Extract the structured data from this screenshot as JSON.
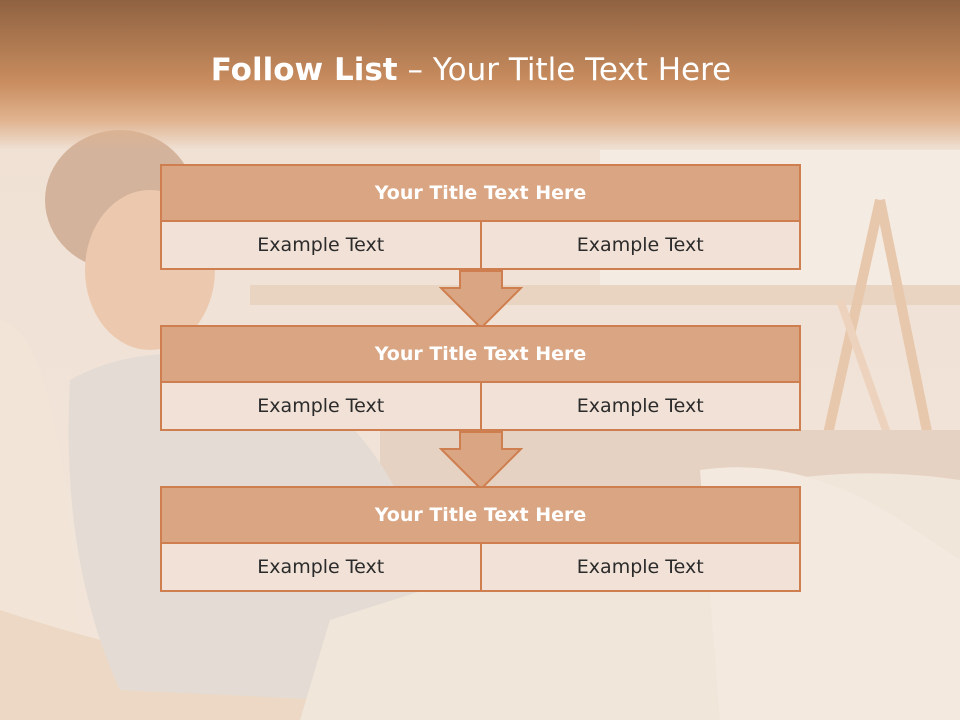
{
  "header": {
    "title_bold": "Follow List",
    "title_rest": " – Your Title Text Here"
  },
  "steps": [
    {
      "title": "Your Title Text Here",
      "left": "Example Text",
      "right": "Example Text"
    },
    {
      "title": "Your Title Text Here",
      "left": "Example Text",
      "right": "Example Text"
    },
    {
      "title": "Your Title Text Here",
      "left": "Example Text",
      "right": "Example Text"
    }
  ],
  "colors": {
    "header_dark": "#8f6241",
    "header_light": "#c98d5f",
    "accent_border": "#cf7e4f",
    "box_title_fill": "#d9a582",
    "box_cell_fill": "#f1e1d6",
    "arrow_fill": "#d9a582"
  },
  "icons": {
    "connector": "down-arrow-icon"
  }
}
